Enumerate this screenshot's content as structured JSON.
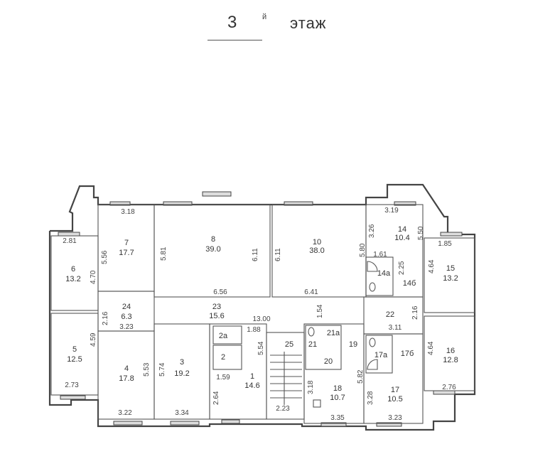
{
  "header": {
    "floor_number": "3",
    "suffix": "й",
    "word": "этаж"
  },
  "rooms": {
    "r1": {
      "n": "1",
      "a": "14.6"
    },
    "r2": {
      "n": "2"
    },
    "r2a": {
      "n": "2a"
    },
    "r3": {
      "n": "3",
      "a": "19.2"
    },
    "r4": {
      "n": "4",
      "a": "17.8"
    },
    "r5": {
      "n": "5",
      "a": "12.5"
    },
    "r6": {
      "n": "6",
      "a": "13.2"
    },
    "r7": {
      "n": "7",
      "a": "17.7"
    },
    "r8": {
      "n": "8",
      "a": "39.0"
    },
    "r10": {
      "n": "10",
      "a": "38.0"
    },
    "r14": {
      "n": "14",
      "a": "10.4"
    },
    "r14a": {
      "n": "14a"
    },
    "r14b": {
      "n": "14б"
    },
    "r15": {
      "n": "15",
      "a": "13.2"
    },
    "r16": {
      "n": "16",
      "a": "12.8"
    },
    "r17": {
      "n": "17",
      "a": "10.5"
    },
    "r17a": {
      "n": "17a"
    },
    "r17b": {
      "n": "17б"
    },
    "r18": {
      "n": "18",
      "a": "10.7"
    },
    "r19": {
      "n": "19"
    },
    "r20": {
      "n": "20"
    },
    "r21": {
      "n": "21"
    },
    "r21a": {
      "n": "21a"
    },
    "r22": {
      "n": "22"
    },
    "r23": {
      "n": "23",
      "a": "15.6"
    },
    "r24": {
      "n": "24",
      "a": "6.3"
    },
    "r25": {
      "n": "25"
    }
  },
  "dims": {
    "d318": "3.18",
    "d281": "2.81",
    "d470": "4.70",
    "d556": "5.56",
    "d581": "5.81",
    "d611a": "6.11",
    "d611b": "6.11",
    "d656": "6.56",
    "d641": "6.41",
    "d1300": "13.00",
    "d154": "1.54",
    "d216": "2.16",
    "d323": "3.23",
    "d459": "4.59",
    "d273": "2.73",
    "d553": "5.53",
    "d574": "5.74",
    "d322": "3.22",
    "d334": "3.34",
    "d188": "1.88",
    "d159": "1.59",
    "d264": "2.64",
    "d554": "5.54",
    "d223": "2.23",
    "d318b": "3.18",
    "d582": "5.82",
    "d335": "3.35",
    "d328": "3.28",
    "d323b": "3.23",
    "d319": "3.19",
    "d326": "3.26",
    "d550": "5.50",
    "d580": "5.80",
    "d161": "1.61",
    "d225": "2.25",
    "d185": "1.85",
    "d464a": "4.64",
    "d216b": "2.16",
    "d311": "3.11",
    "d464b": "4.64",
    "d276": "2.76"
  }
}
